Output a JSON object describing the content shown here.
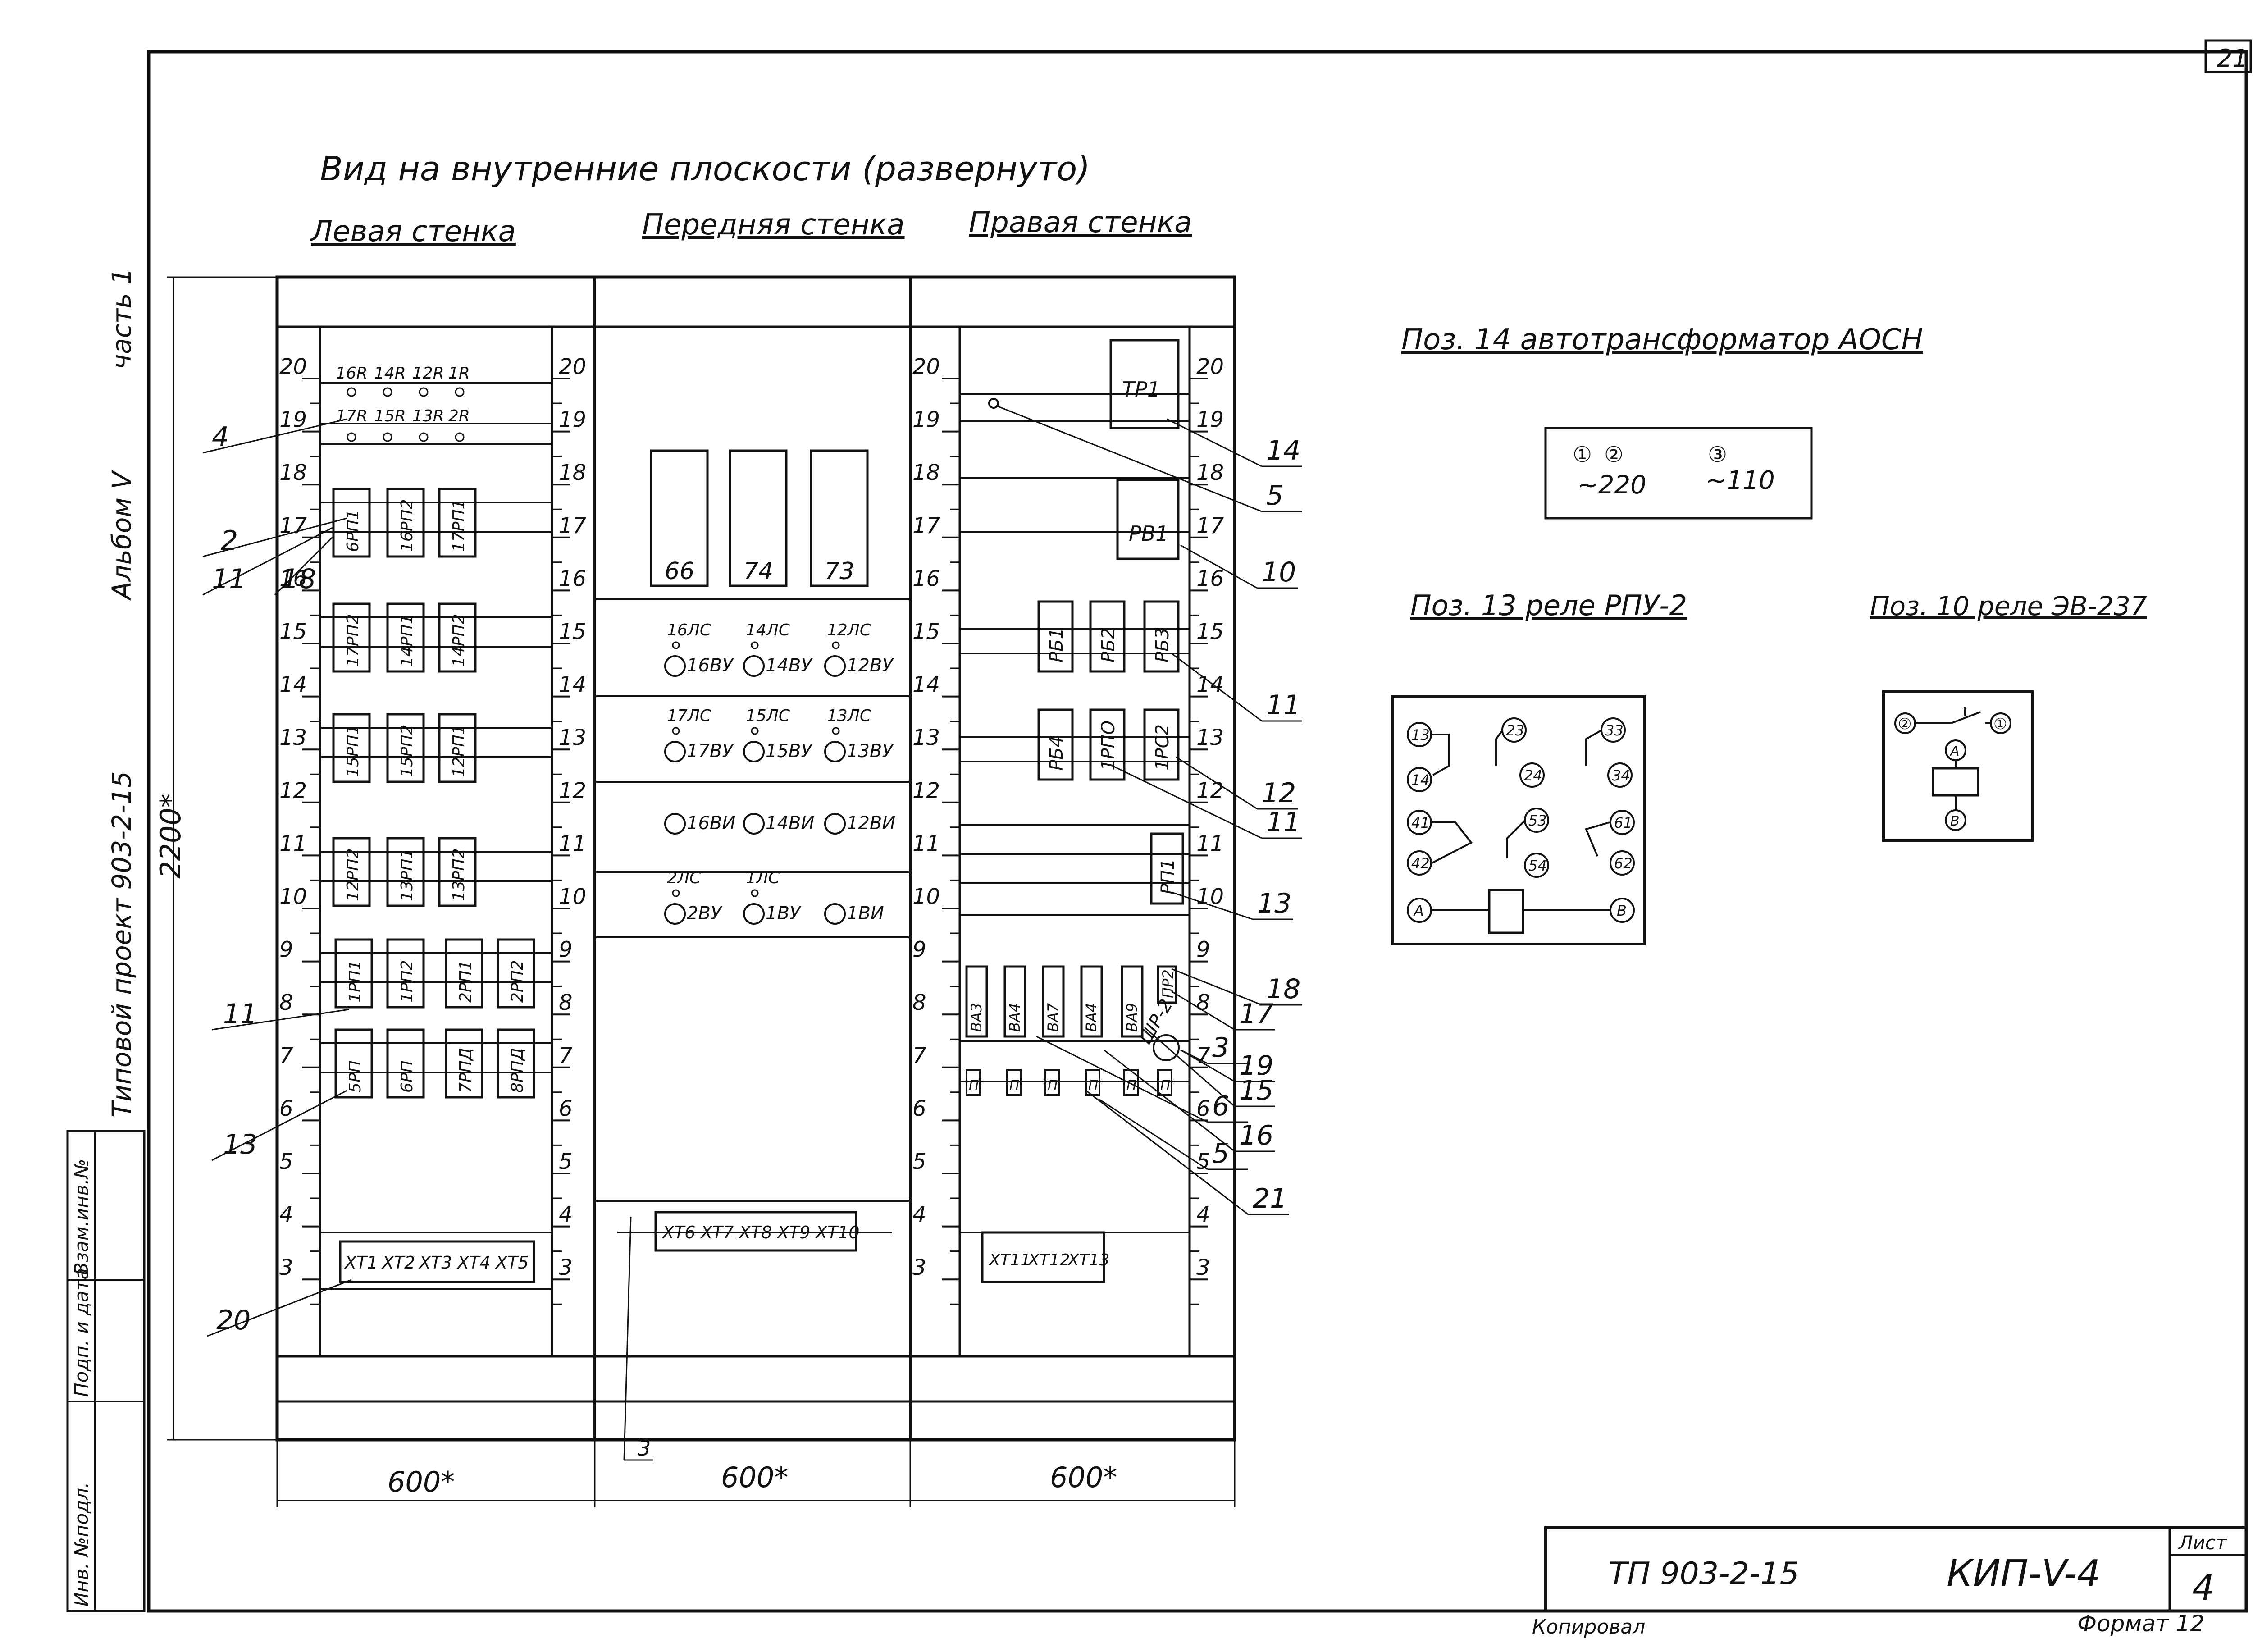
{
  "sheet": {
    "corner_number": "21",
    "title": "Вид на внутренние плоскости (развернуто)",
    "side_vertical": {
      "project": "Типовой проект 903-2-15",
      "album": "Альбом V",
      "part": "часть 1"
    },
    "side_stamp": [
      "Инв. №подл.",
      "Подп. и дата",
      "Взам.инв.№"
    ]
  },
  "walls": {
    "left": {
      "name": "Левая стенка",
      "scale_left": [
        "20",
        "19",
        "18",
        "17",
        "16",
        "15",
        "14",
        "13",
        "12",
        "11",
        "10",
        "9",
        "8",
        "7",
        "6",
        "5",
        "4",
        "3"
      ],
      "scale_right": [
        "20",
        "19",
        "18",
        "17",
        "16",
        "15",
        "14",
        "13",
        "12",
        "11",
        "10",
        "9",
        "8",
        "7",
        "6",
        "5",
        "4",
        "3"
      ],
      "resistors_top": [
        "16R",
        "14R",
        "12R",
        "1R"
      ],
      "resistors_bottom": [
        "17R",
        "15R",
        "13R",
        "2R"
      ],
      "relay_rows": [
        [
          "6РП1",
          "16РП2",
          "17РП1"
        ],
        [
          "17РП2",
          "14РП1",
          "14РП2"
        ],
        [
          "15РП1",
          "15РП2",
          "12РП1"
        ],
        [
          "12РП2",
          "13РП1",
          "13РП2"
        ],
        [
          "1РП1",
          "1РП2",
          "2РП1",
          "2РП2"
        ],
        [
          "5РП",
          "6РП",
          "7РПД",
          "8РПД"
        ]
      ],
      "terminals": [
        "XT1",
        "XT2",
        "XT3",
        "XT4",
        "XT5"
      ]
    },
    "front": {
      "name": "Передняя стенка",
      "instruments": [
        "66",
        "74",
        "73"
      ],
      "lamp_rows": [
        {
          "labels": [
            "16ЛС",
            "14ЛС",
            "12ЛС"
          ],
          "buttons": [
            "16ВУ",
            "14ВУ",
            "12ВУ"
          ]
        },
        {
          "labels": [
            "17ЛС",
            "15ЛС",
            "13ЛС"
          ],
          "buttons": [
            "17ВУ",
            "15ВУ",
            "13ВУ"
          ]
        },
        {
          "labels": [],
          "buttons": [
            "16ВИ",
            "14ВИ",
            "12ВИ"
          ]
        },
        {
          "labels": [
            "2ЛС",
            "1ЛС"
          ],
          "buttons": [
            "2ВУ",
            "1ВУ",
            "1ВИ"
          ]
        }
      ],
      "terminals": [
        "XT6",
        "XT7",
        "XT8",
        "XT9",
        "XT10"
      ]
    },
    "right": {
      "name": "Правая стенка",
      "scale_left": [
        "20",
        "19",
        "18",
        "17",
        "16",
        "15",
        "14",
        "13",
        "12",
        "11",
        "10",
        "9",
        "8",
        "7",
        "6",
        "5",
        "4",
        "3"
      ],
      "scale_right": [
        "20",
        "19",
        "18",
        "17",
        "16",
        "15",
        "14",
        "13",
        "12",
        "11",
        "10",
        "9",
        "8",
        "7",
        "6",
        "5",
        "4",
        "3"
      ],
      "devices": [
        "ТР1",
        "РВ1",
        "РБ1",
        "РБ2",
        "РБ3",
        "РБ4",
        "1РПО",
        "1РС2",
        "РП1"
      ],
      "breakers": [
        "ВА3",
        "ВА4",
        "ВА7",
        "ВА4",
        "ВА9",
        "ПР2"
      ],
      "socket": "ШР-2",
      "fuses": [
        "П",
        "П",
        "П",
        "П",
        "П",
        "П"
      ],
      "terminals": [
        "XT11",
        "XT12",
        "XT13"
      ]
    }
  },
  "dimensions": {
    "height": "2200*",
    "widths": [
      "600*",
      "600*",
      "600*"
    ],
    "bottom_note": "3"
  },
  "callouts": {
    "left_side": [
      "4",
      "2",
      "11",
      "18",
      "11",
      "13",
      "20"
    ],
    "right_side": [
      "14",
      "5",
      "10",
      "11",
      "12",
      "11",
      "13",
      "18",
      "17",
      "3",
      "19",
      "15",
      "6",
      "16",
      "5",
      "21"
    ]
  },
  "legend": {
    "transformer": {
      "title": "Поз. 14 автотрансформатор АОСН",
      "pins": [
        "①",
        "②",
        "③"
      ],
      "voltages": [
        "~220",
        "~110"
      ]
    },
    "relay_rpu": {
      "title": "Поз. 13 реле РПУ-2",
      "contacts": [
        "13",
        "14",
        "23",
        "24",
        "33",
        "34",
        "41",
        "42",
        "53",
        "54",
        "61",
        "62",
        "А",
        "В"
      ]
    },
    "relay_ev": {
      "title": "Поз. 10 реле ЭВ-237",
      "contacts": [
        "②",
        "①",
        "А",
        "В"
      ]
    }
  },
  "title_block": {
    "project": "ТП 903-2-15",
    "code": "КИП-V-4",
    "sheet_label": "Лист",
    "sheet_number": "4",
    "copied": "Копировал",
    "format": "Формат 12"
  }
}
